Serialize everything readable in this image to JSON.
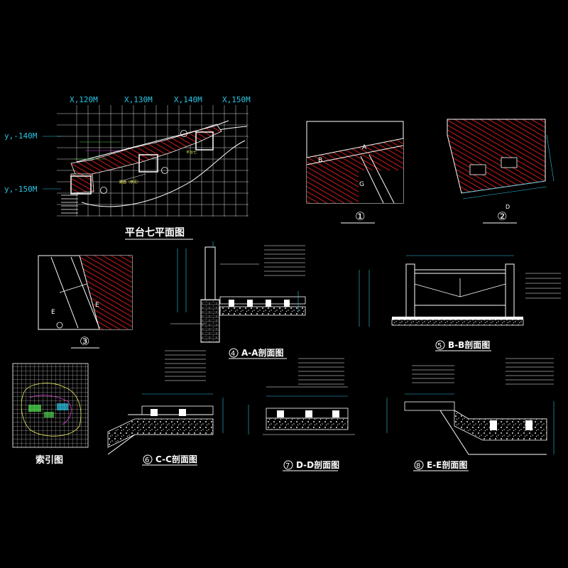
{
  "colors": {
    "background": "#000000",
    "line": "#ffffff",
    "grid": "#ffffff",
    "hatch": "#c01818",
    "dimension": "#29c6e6",
    "label_yellow": "#f0f060",
    "label_green": "#4ad04a",
    "label_magenta": "#e040e0"
  },
  "plan": {
    "title": "平台七平面图",
    "x_labels": [
      "X,120M",
      "X,130M",
      "X,140M",
      "X,150M"
    ],
    "y_labels": [
      "y,-140M",
      "y,-150M"
    ],
    "callout_1": "①",
    "callout_2": "②",
    "callout_3": "③",
    "note_stairs": "路面（参见）",
    "note_platform": "平台七"
  },
  "details": {
    "d1": {
      "marker": "①",
      "cut_a": "A",
      "cut_b": "B",
      "cut_g": "G"
    },
    "d2": {
      "marker": "②",
      "cut_d": "D"
    },
    "d3": {
      "marker": "③",
      "cut_e": "E"
    }
  },
  "sections": {
    "aa": {
      "number": "4",
      "title": "A-A剖面图"
    },
    "bb": {
      "number": "5",
      "title": "B-B剖面图"
    },
    "cc": {
      "number": "6",
      "title": "C-C剖面图"
    },
    "dd": {
      "number": "7",
      "title": "D-D剖面图"
    },
    "ee": {
      "number": "8",
      "title": "E-E剖面图"
    }
  },
  "index_map": {
    "title": "索引图"
  }
}
